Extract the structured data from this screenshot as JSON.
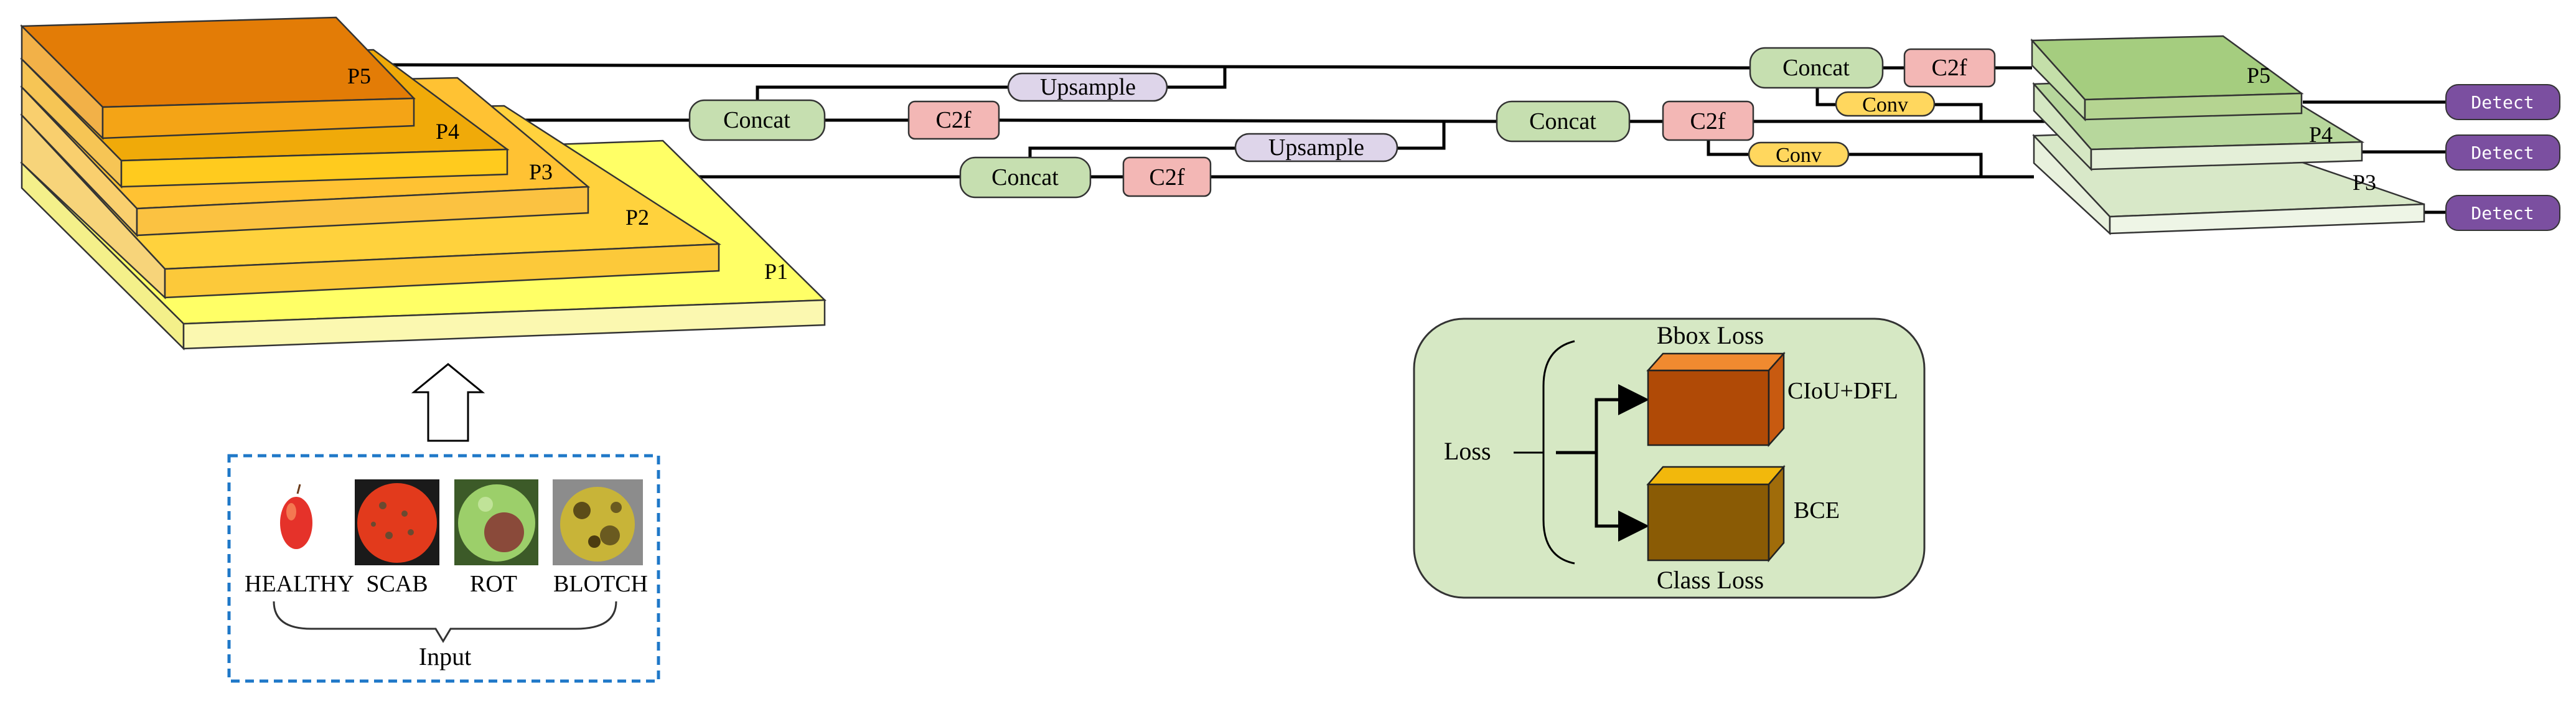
{
  "backbone": {
    "levels": [
      "P1",
      "P2",
      "P3",
      "P4",
      "P5"
    ]
  },
  "neck": {
    "concat_label": "Concat",
    "c2f_label": "C2f",
    "upsample_label": "Upsample",
    "conv_label": "Conv"
  },
  "head": {
    "levels": [
      "P5",
      "P4",
      "P3"
    ],
    "detect_label": "Detect"
  },
  "input": {
    "caption": "Input",
    "classes": [
      "HEALTHY",
      "SCAB",
      "ROT",
      "BLOTCH"
    ]
  },
  "loss": {
    "root": "Loss",
    "bbox_title": "Bbox Loss",
    "bbox_fn": "CIoU+DFL",
    "class_title": "Class Loss",
    "class_fn": "BCE"
  },
  "colors": {
    "concat_fill": "#c6dfb0",
    "c2f_fill": "#f3b7b5",
    "upsample_fill": "#ded5ea",
    "conv_fill": "#ffd75e",
    "detect_fill": "#7b4fa0",
    "loss_panel": "#d6e8c4",
    "bbox_cube": "#b04a06",
    "class_cube": "#8a5b05",
    "input_border": "#1f78c8"
  }
}
